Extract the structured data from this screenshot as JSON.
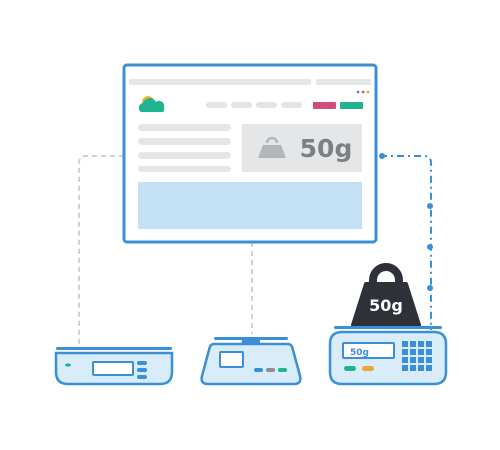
{
  "browser": {
    "weight_display": "50g",
    "colors": {
      "frame": "#3b8fd6",
      "panel_gray": "#e4e6e8",
      "hero_blue": "#c4e0f5",
      "weight_text": "#7d7f81",
      "nav_pill": "#e2e4e6",
      "btn_pink": "#d24e76",
      "btn_green": "#1fb391"
    },
    "logo_icon": "cloud-sun-icon",
    "dots": [
      "#3b8fd6",
      "#d24e76",
      "#e8a534"
    ]
  },
  "weight_block": {
    "label": "50g",
    "color": "#2e3238",
    "icon": "kettlebell-weight-icon"
  },
  "scales": {
    "left": {
      "icon": "flat-scale-icon"
    },
    "middle": {
      "icon": "compact-scale-icon"
    },
    "right": {
      "display": "50g",
      "icon": "keypad-scale-icon"
    },
    "colors": {
      "outline": "#3b8fd6",
      "body": "#d9ecfa",
      "screen": "#ffffff",
      "green": "#1fb391",
      "orange": "#e8a534",
      "gray": "#8a8f96"
    }
  },
  "connectors": {
    "dashed_color": "#cfd1d3",
    "active_color": "#3b8fd6"
  }
}
